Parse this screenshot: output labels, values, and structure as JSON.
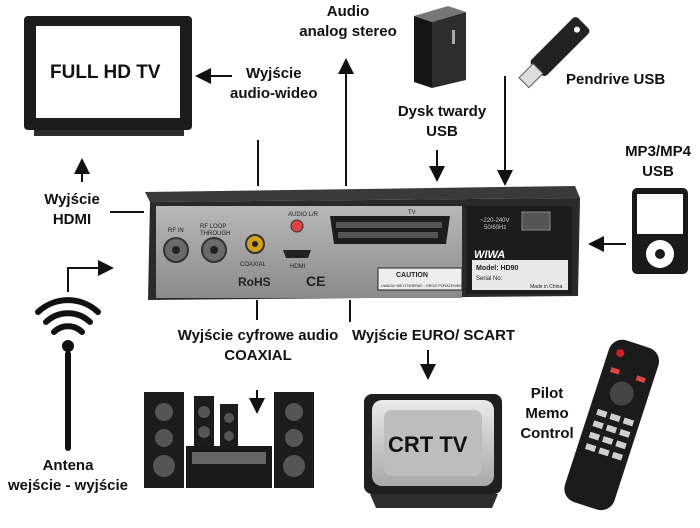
{
  "labels": {
    "full_hd_tv": "FULL HD TV",
    "audio_video_out": [
      "Wyjście",
      "audio-wideo"
    ],
    "audio_analog": [
      "Audio",
      "analog stereo"
    ],
    "hdd": [
      "Dysk twardy",
      "USB"
    ],
    "pendrive": "Pendrive USB",
    "mp3": [
      "MP3/MP4",
      "USB"
    ],
    "hdmi_out": [
      "Wyjście",
      "HDMI"
    ],
    "coaxial_out": [
      "Wyjście cyfrowe audio",
      "COAXIAL"
    ],
    "scart_out": "Wyjście EURO/ SCART",
    "crt_tv": "CRT TV",
    "remote": [
      "Pilot",
      "Memo",
      "Control"
    ],
    "antenna": [
      "Antena",
      "wejście - wyjście"
    ]
  },
  "device": {
    "rf_in": "RF IN",
    "rf_loop": [
      "RF LOOP",
      "THROUGH"
    ],
    "coaxial": "COAXIAL",
    "audio_lr": "AUDIO L/R",
    "hdmi": "HDMI",
    "tv": "TV",
    "power": [
      "~220-240V",
      "50/60Hz"
    ],
    "rohs": "RoHS",
    "ce": "CE",
    "caution": "CAUTION",
    "warning": "UWAGA! NIE OTWIERAĆ - GROZI PORAŻENIEM",
    "brand": "WIWA",
    "model": "Model: HD90",
    "serial": "Serial No:",
    "made_in": "Made in China"
  },
  "colors": {
    "ink": "#111111",
    "device": "#2a2a2a",
    "panel": "#9a9a9a"
  }
}
